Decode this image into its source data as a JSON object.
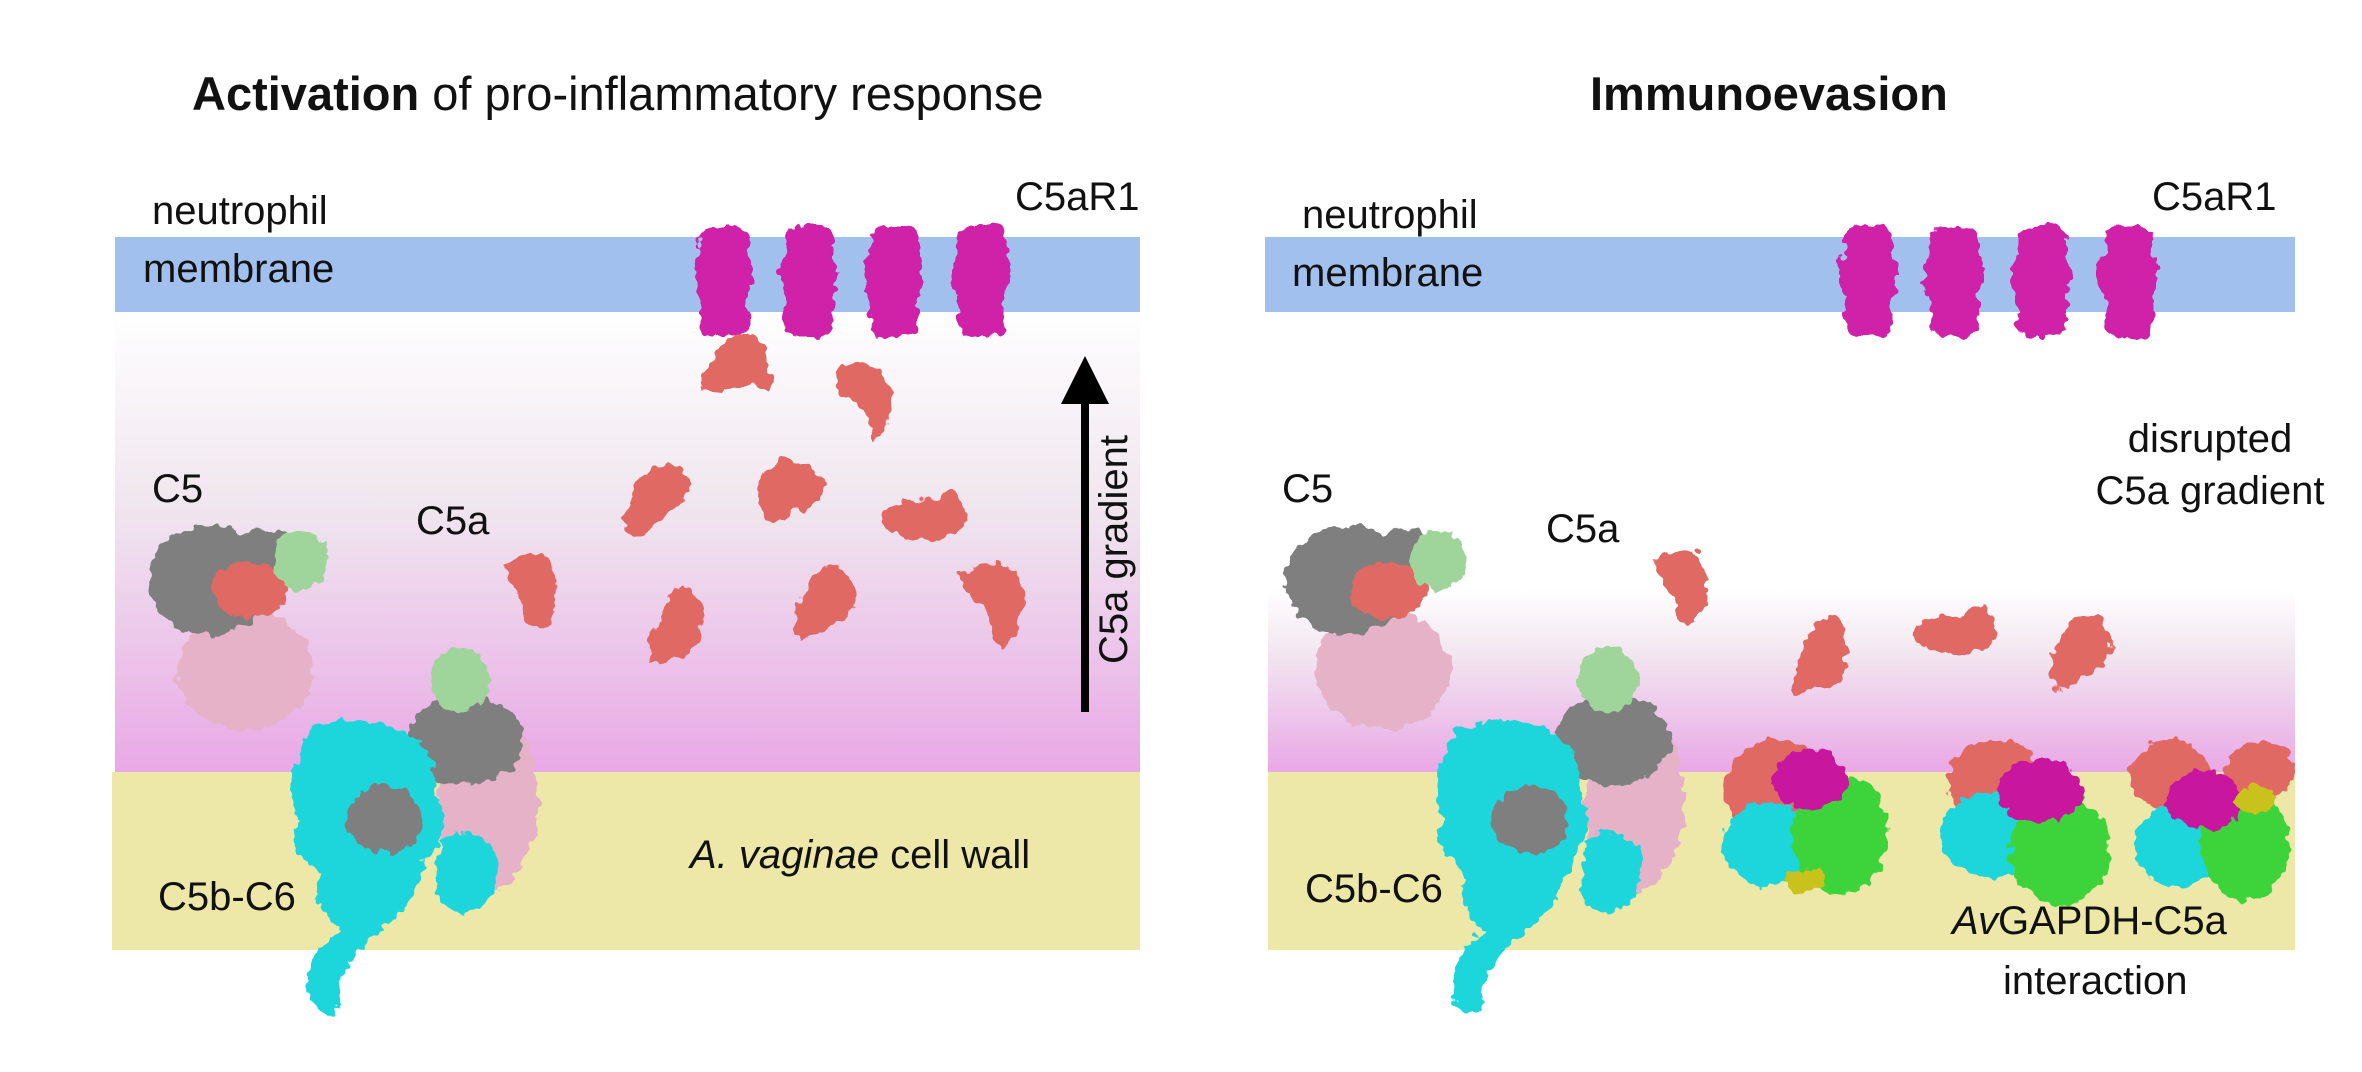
{
  "colors": {
    "membrane": "#a2c0ee",
    "cell_wall": "#ede8a8",
    "gradient_top": "#ffffff",
    "gradient_bottom": "#e9a8e6",
    "c5aR1": "#d020a8",
    "c5a": "#e06a64",
    "c5_gray": "#7f7f7f",
    "c5_pink": "#e6b2c8",
    "c5_green": "#9fd49a",
    "c5b_c6_cyan": "#1fd6dc",
    "gapdh_green": "#3ed43a",
    "gapdh_yellow": "#c9c21e",
    "gapdh_magenta": "#c8189e"
  },
  "panel_left": {
    "title_bold": "Activation",
    "title_rest": " of pro-inflammatory response",
    "membrane_label_1": "neutrophil",
    "membrane_label_2": "membrane",
    "receptor_label": "C5aR1",
    "c5_label": "C5",
    "c5a_label": "C5a",
    "gradient_label": "C5a gradient",
    "c5b_c6_label": "C5b-C6",
    "wall_label_italic": "A. vaginae",
    "wall_label_rest": " cell wall"
  },
  "panel_right": {
    "title_bold": "Immunoevasion",
    "membrane_label_1": "neutrophil",
    "membrane_label_2": "membrane",
    "receptor_label": "C5aR1",
    "disrupted_1": "disrupted",
    "disrupted_2": "C5a gradient",
    "c5_label": "C5",
    "c5a_label": "C5a",
    "c5b_c6_label": "C5b-C6",
    "gapdh_italic": "Av",
    "gapdh_rest": "GAPDH-C5a",
    "interaction_label": "interaction"
  }
}
